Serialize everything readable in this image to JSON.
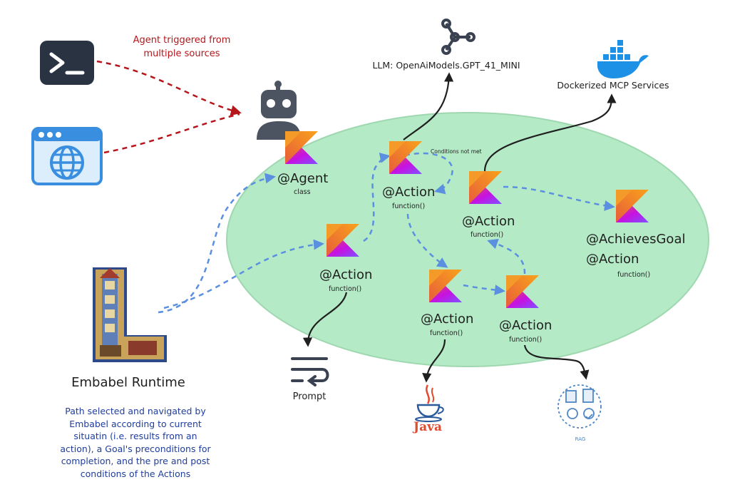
{
  "annotations": {
    "trigger_note_line1": "Agent triggered from",
    "trigger_note_line2": "multiple sources",
    "conditions_note": "Conditions not met",
    "runtime_title": "Embabel Runtime",
    "runtime_description": "Path selected and navigated by Embabel according to current situatin (i.e. results from an action), a Goal's preconditions for completion, and the pre and post conditions of the Actions"
  },
  "external": {
    "llm_label": "LLM: OpenAiModels.GPT_41_MINI",
    "mcp_label": "Dockerized MCP Services",
    "prompt_label": "Prompt",
    "java_label": "Java",
    "rag_label": "RAG"
  },
  "nodes": [
    {
      "id": "agent",
      "title": "@Agent",
      "subtitle": "class"
    },
    {
      "id": "action_top",
      "title": "@Action",
      "subtitle": "function()"
    },
    {
      "id": "action_right",
      "title": "@Action",
      "subtitle": "function()"
    },
    {
      "id": "goal",
      "title": "@AchievesGoal",
      "title2": "@Action",
      "subtitle": "function()"
    },
    {
      "id": "action_left",
      "title": "@Action",
      "subtitle": "function()"
    },
    {
      "id": "action_mid",
      "title": "@Action",
      "subtitle": "function()"
    },
    {
      "id": "action_br",
      "title": "@Action",
      "subtitle": "function()"
    }
  ],
  "icons": [
    "terminal-icon",
    "browser-globe-icon",
    "robot-icon",
    "kotlin-logo-icon",
    "graph-icon",
    "docker-whale-icon",
    "prompt-wrap-icon",
    "java-cup-icon",
    "rag-icon",
    "tower-letter-l-icon"
  ],
  "colors": {
    "ellipse_fill": "#b4ebc6",
    "ellipse_stroke": "#9fd8b0",
    "dashed_blue": "#5b8fe0",
    "dashed_red": "#b5161b",
    "annotation_red": "#b5161b",
    "annotation_blue": "#1f3d9e",
    "kotlin_orange": "#f28c26",
    "kotlin_purple": "#7f52ff",
    "kotlin_pink": "#e44857"
  }
}
